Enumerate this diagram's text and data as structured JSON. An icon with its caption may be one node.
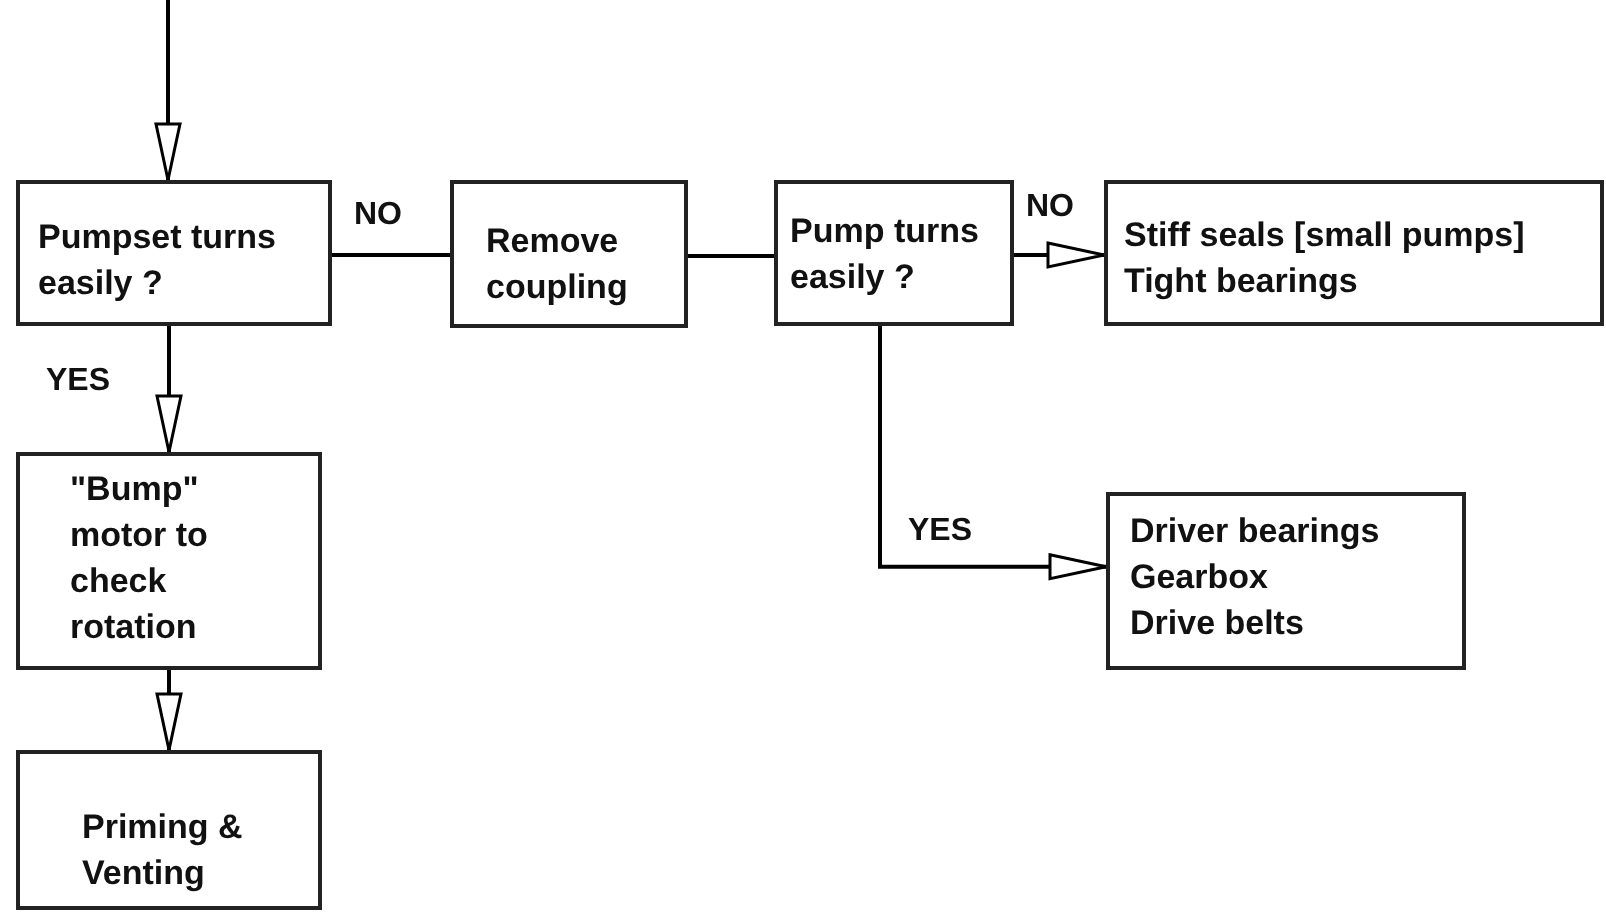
{
  "diagram": {
    "nodes": [
      {
        "text": [
          "Pumpset turns easily ?"
        ]
      },
      {
        "text": [
          "Remove coupling"
        ]
      },
      {
        "text": [
          "Pump turns easily ?"
        ]
      },
      {
        "text": [
          "Stiff seals [small pumps]",
          "Tight bearings"
        ]
      },
      {
        "text": [
          "\"Bump\" motor to check rotation"
        ]
      },
      {
        "text": [
          "Priming & Venting"
        ]
      },
      {
        "text": [
          "Driver bearings",
          "Gearbox",
          "Drive belts"
        ]
      }
    ],
    "edges": [
      {
        "from": null,
        "to": 0,
        "arrow": "to"
      },
      {
        "from": 0,
        "to": 1,
        "arrow": "none",
        "label": "NO"
      },
      {
        "from": 1,
        "to": 2,
        "arrow": "none"
      },
      {
        "from": 2,
        "to": 3,
        "arrow": "to",
        "label": "NO"
      },
      {
        "from": 2,
        "to": 6,
        "arrow": "to",
        "label": "YES"
      },
      {
        "from": 0,
        "to": 4,
        "arrow": "to",
        "label": "YES"
      },
      {
        "from": 4,
        "to": 5,
        "arrow": "to"
      }
    ]
  }
}
